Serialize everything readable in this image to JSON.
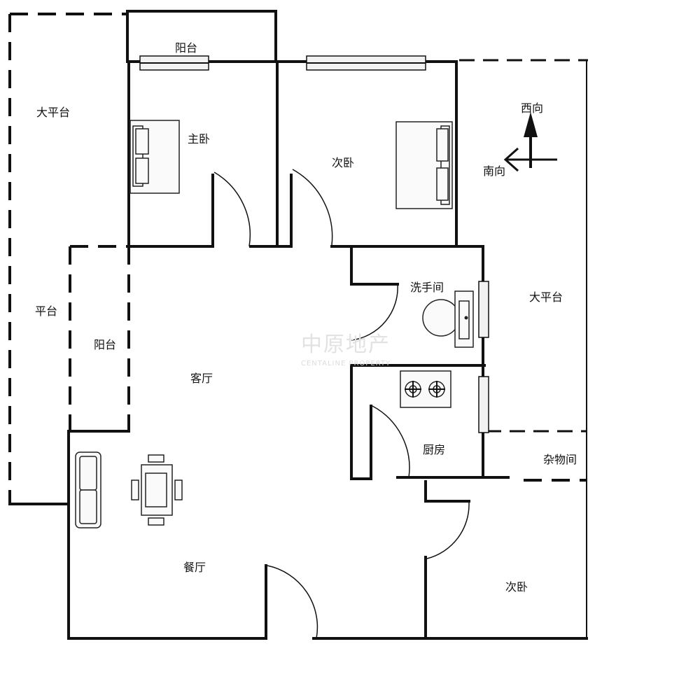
{
  "rooms": {
    "balcony_top": "阳台",
    "big_terrace_left": "大平台",
    "master_bedroom": "主卧",
    "second_bedroom_top": "次卧",
    "terrace_left": "平台",
    "balcony_left": "阳台",
    "living_room": "客厅",
    "bathroom": "洗手间",
    "big_terrace_right": "大平台",
    "kitchen": "厨房",
    "storage": "杂物间",
    "dining_room": "餐厅",
    "second_bedroom_bottom": "次卧"
  },
  "compass": {
    "west": "西向",
    "south": "南向"
  },
  "watermark": {
    "main": "中原地产",
    "sub": "CENTALINE PROPERTY"
  }
}
